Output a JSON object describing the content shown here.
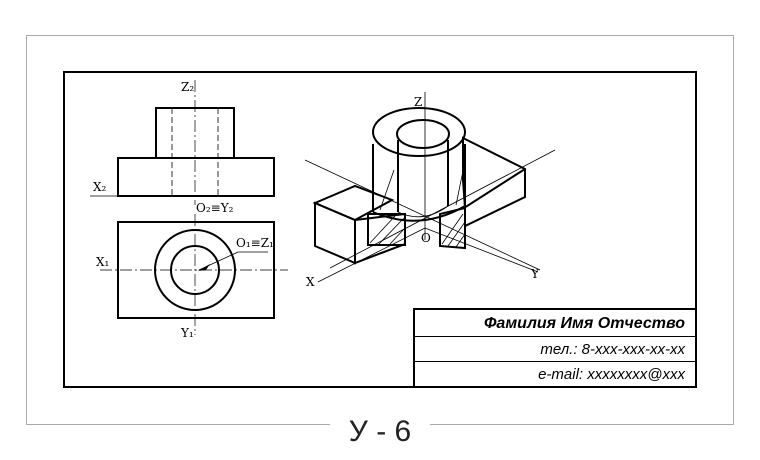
{
  "title_block": {
    "name": "Фамилия Имя Отчество",
    "phone": "тел.: 8-ххх-ххх-хх-хх",
    "email": "e-mail: xxxxxxxx@xxx"
  },
  "sheet_code": "У - 6",
  "labels": {
    "front_z": "Z₂",
    "front_x": "X₂",
    "front_origin": "O₂≡Y₂",
    "top_origin": "O₁≡Z₁",
    "top_x": "X₁",
    "top_y": "Y₁",
    "iso_z": "Z",
    "iso_x": "X",
    "iso_y": "Y",
    "iso_origin": "O"
  }
}
